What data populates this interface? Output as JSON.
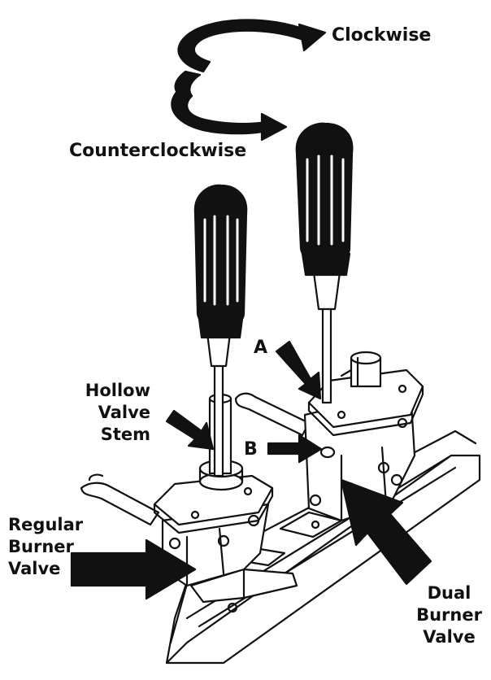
{
  "labels": {
    "clockwise": "Clockwise",
    "counterclockwise": "Counterclockwise",
    "a": "A",
    "b": "B",
    "hollow_valve_stem": [
      "Hollow",
      "Valve",
      "Stem"
    ],
    "regular_burner_valve": [
      "Regular",
      "Burner",
      "Valve"
    ],
    "dual_burner_valve": [
      "Dual",
      "Burner",
      "Valve"
    ]
  },
  "colors": {
    "ink": "#111111",
    "paper": "#ffffff"
  }
}
